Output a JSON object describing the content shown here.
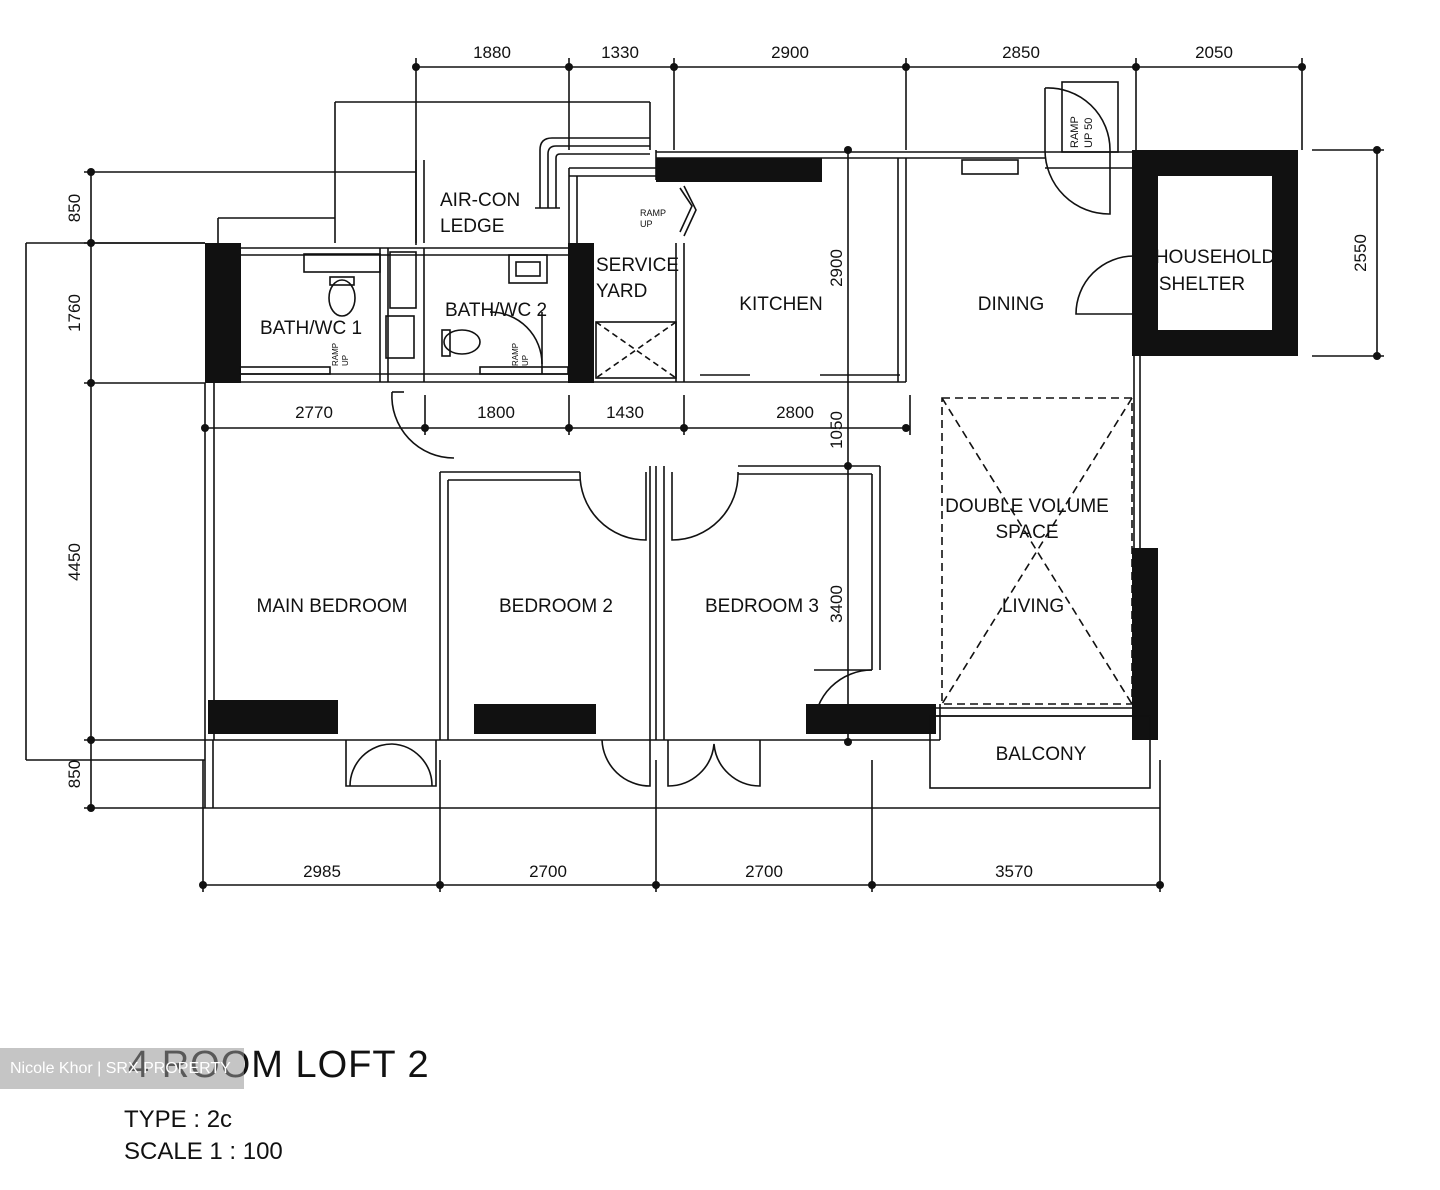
{
  "plan": {
    "dims_top": [
      "1880",
      "1330",
      "2900",
      "2850",
      "2050"
    ],
    "dims_mid": [
      "2770",
      "1800",
      "1430",
      "2800"
    ],
    "dims_bottom": [
      "2985",
      "2700",
      "2700",
      "3570"
    ],
    "dims_left": [
      "850",
      "1760",
      "4450",
      "850"
    ],
    "dim_right": "2550",
    "dim_kitchen": "2900",
    "dim_1050": "1050",
    "dim_3400": "3400",
    "rooms": {
      "aircon_1": "AIR-CON",
      "aircon_2": "LEDGE",
      "bath1": "BATH/WC 1",
      "bath2": "BATH/WC 2",
      "service_1": "SERVICE",
      "service_2": "YARD",
      "kitchen": "KITCHEN",
      "dining": "DINING",
      "shelter_1": "HOUSEHOLD",
      "shelter_2": "SHELTER",
      "main_bedroom": "MAIN BEDROOM",
      "bedroom2": "BEDROOM 2",
      "bedroom3": "BEDROOM 3",
      "dvs_1": "DOUBLE VOLUME",
      "dvs_2": "SPACE",
      "living": "LIVING",
      "balcony": "BALCONY"
    },
    "ramp_up": "RAMP UP",
    "ramp_up_50_1": "RAMP",
    "ramp_up_50_2": "UP 50",
    "ramp_small_1": "RAMP",
    "ramp_small_2": "UP"
  },
  "title": "4 ROOM LOFT  2",
  "type_line": "TYPE : 2c",
  "scale_line": "SCALE  1 : 100",
  "watermark": "Nicole Khor | SRX PROPERTY"
}
